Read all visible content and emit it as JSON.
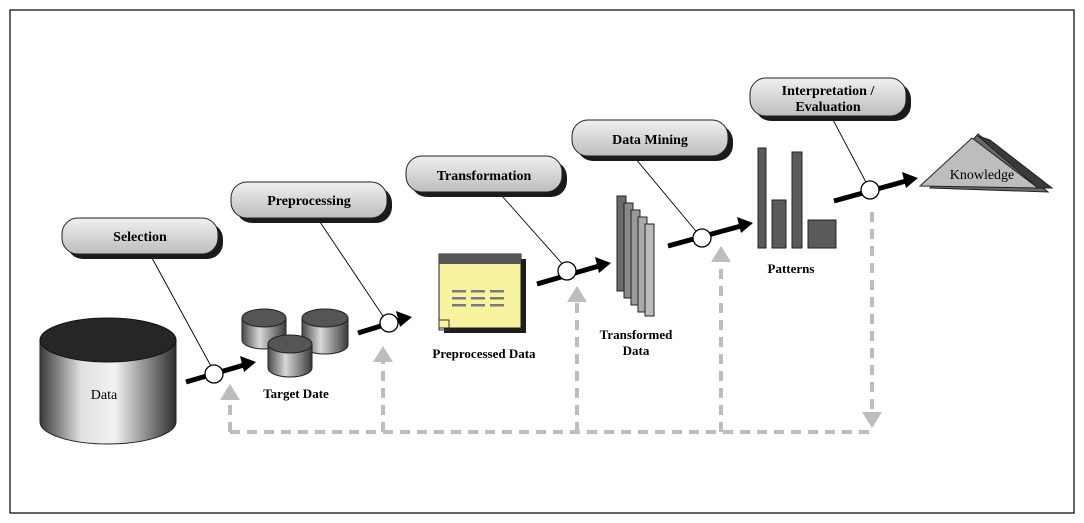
{
  "diagram": {
    "stages": {
      "selection": "Selection",
      "preprocessing": "Preprocessing",
      "transformation": "Transformation",
      "data_mining": "Data Mining",
      "interpretation_line1": "Interpretation /",
      "interpretation_line2": "Evaluation"
    },
    "items": {
      "data": "Data",
      "target": "Target Date",
      "preprocessed": "Preprocessed Data",
      "transformed_line1": "Transformed",
      "transformed_line2": "Data",
      "patterns": "Patterns",
      "knowledge": "Knowledge"
    }
  },
  "colors": {
    "stage_box": "#d8d8d8",
    "doc_yellow": "#f7f3a0",
    "feedback_gray": "#bdbdbd",
    "bar_fill": "#5a5a5a"
  }
}
